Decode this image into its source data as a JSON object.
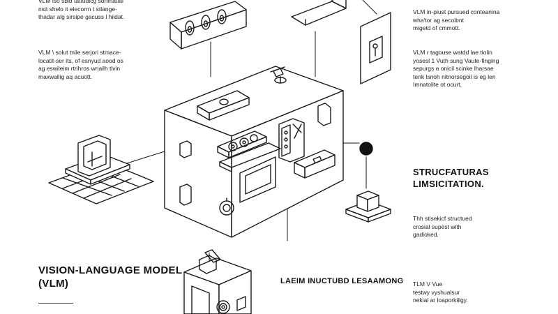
{
  "texts": {
    "top_left": "VLM  lso  sbid  tatfudicg  sonmatial\nnsit  shelo  it  elecorrn  t  stlange-\nthadar  alg  sirsipe  gacuss  l  hiidat.",
    "mid_left": "VLM  \\  solut  tnile  serjori  stmace-\nlocatit-ser  its,  of  esnyud  aood  os\nag  eswileim  rtrihros  wnailh  tlvin\nmaxwallig  aq  acuott.",
    "top_right": "VLM  in-piust  pursued  conteanina\nwha'tor  ag  secoibnt\nmigetd  of  cmmott.",
    "mid_right": "VLM  r  tagouse  watdd  lae  tiolin\nyosesl  1  Vuth  sung  Vaute-finging\nsepurgs  a  onicil  scinke  lharsae\ntenk  lsnoh  nitnorsegoil  is  eg  len\nImnatolite  ot  ocurt.",
    "structure_title": "STRUCFATURAS\nLIMSICITATION.",
    "structure_caption": "Thh  stisekicf  structued\ncrosial  supest  with\ngadioked.",
    "vlm_title": "VISION-LANGUAGE\nMODEL  (VLM)",
    "learn_title": "LAEIM  INUCTUBD\nLESAAMONG",
    "bottom_right": "TLM  V  Vue\ntestwy  vyshualsur\nnekial  ar  loaporkillgy."
  }
}
